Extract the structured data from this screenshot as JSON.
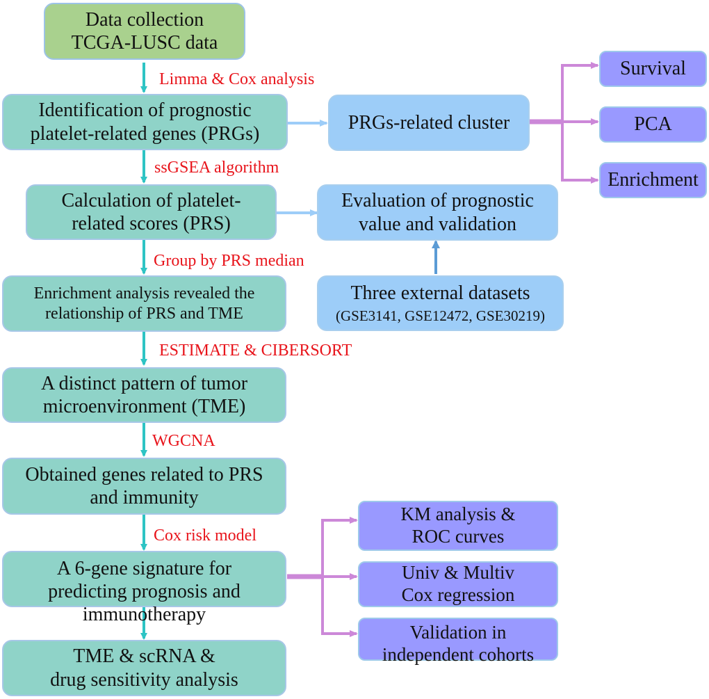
{
  "colors": {
    "green": "#a9d18e",
    "teal": "#8fd3c8",
    "blue": "#9dcdf8",
    "purple": "#9999ff",
    "step_arrow": "#2ec4c4",
    "side_arrow": "#9dcdf8",
    "branch_arrow": "#cc88d8",
    "method_text": "#e8141b"
  },
  "main_flow": [
    {
      "id": "data-collection",
      "lines": [
        "Data collection",
        "TCGA-LUSC data"
      ]
    },
    {
      "id": "identification-prgs",
      "lines": [
        "Identification of prognostic",
        "platelet-related genes (PRGs)"
      ]
    },
    {
      "id": "calculation-prs",
      "lines": [
        "Calculation of platelet-",
        "related scores (PRS)"
      ]
    },
    {
      "id": "enrichment-analysis",
      "lines": [
        "Enrichment analysis revealed the",
        "relationship of PRS and TME"
      ]
    },
    {
      "id": "tme-pattern",
      "lines": [
        "A distinct pattern of tumor",
        "microenvironment (TME)"
      ]
    },
    {
      "id": "obtained-genes",
      "lines": [
        "Obtained genes related to PRS",
        "and immunity"
      ]
    },
    {
      "id": "gene-signature",
      "lines": [
        "A 6-gene signature for",
        "predicting prognosis and",
        "immunotherapy"
      ]
    },
    {
      "id": "tme-scrna-drug",
      "lines": [
        "TME & scRNA &",
        "drug sensitivity analysis"
      ]
    }
  ],
  "methods": [
    "Limma & Cox analysis",
    "ssGSEA algorithm",
    "Group by PRS median",
    "ESTIMATE & CIBERSORT",
    "WGCNA",
    "Cox risk model"
  ],
  "side_boxes": {
    "cluster": {
      "lines": [
        "PRGs-related cluster"
      ]
    },
    "evaluation": {
      "lines": [
        "Evaluation of prognostic",
        "value and validation"
      ]
    },
    "external": {
      "lines": [
        "Three external datasets",
        "(GSE3141, GSE12472, GSE30219)"
      ]
    }
  },
  "cluster_outputs": [
    "Survival",
    "PCA",
    "Enrichment"
  ],
  "signature_outputs": [
    {
      "lines": [
        "KM analysis &",
        "ROC curves"
      ]
    },
    {
      "lines": [
        "Univ & Multiv",
        "Cox regression"
      ]
    },
    {
      "lines": [
        "Validation in",
        "independent cohorts"
      ]
    }
  ]
}
